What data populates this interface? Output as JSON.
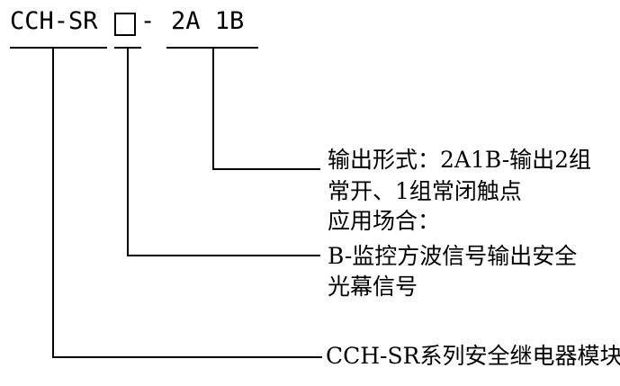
{
  "code": {
    "series": "CCH-SR",
    "dash": "-",
    "option": "2A 1B"
  },
  "annotations": {
    "output_form": [
      "输出形式：2A1B-输出2组",
      "常开、1组常闭触点"
    ],
    "application": [
      "应用场合：",
      "B-监控方波信号输出安全",
      "光幕信号"
    ],
    "series_desc": [
      "CCH-SR系列安全继电器模块"
    ]
  }
}
